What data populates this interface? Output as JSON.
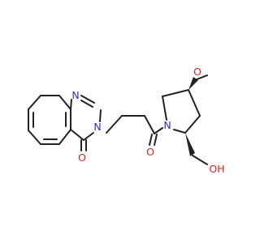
{
  "molecule": {
    "atom_labels": {
      "n_ring_top": "N",
      "n_ring_amide": "N",
      "o_carbonyl_ring": "O",
      "o_carbonyl_chain": "O",
      "n_pyrrolidine": "N",
      "o_methoxy": "O",
      "o_hydroxyl": "OH"
    },
    "colors": {
      "bond": "#222222",
      "nitrogen": "#2b2bd6",
      "oxygen": "#e02020",
      "background": "#ffffff"
    }
  }
}
